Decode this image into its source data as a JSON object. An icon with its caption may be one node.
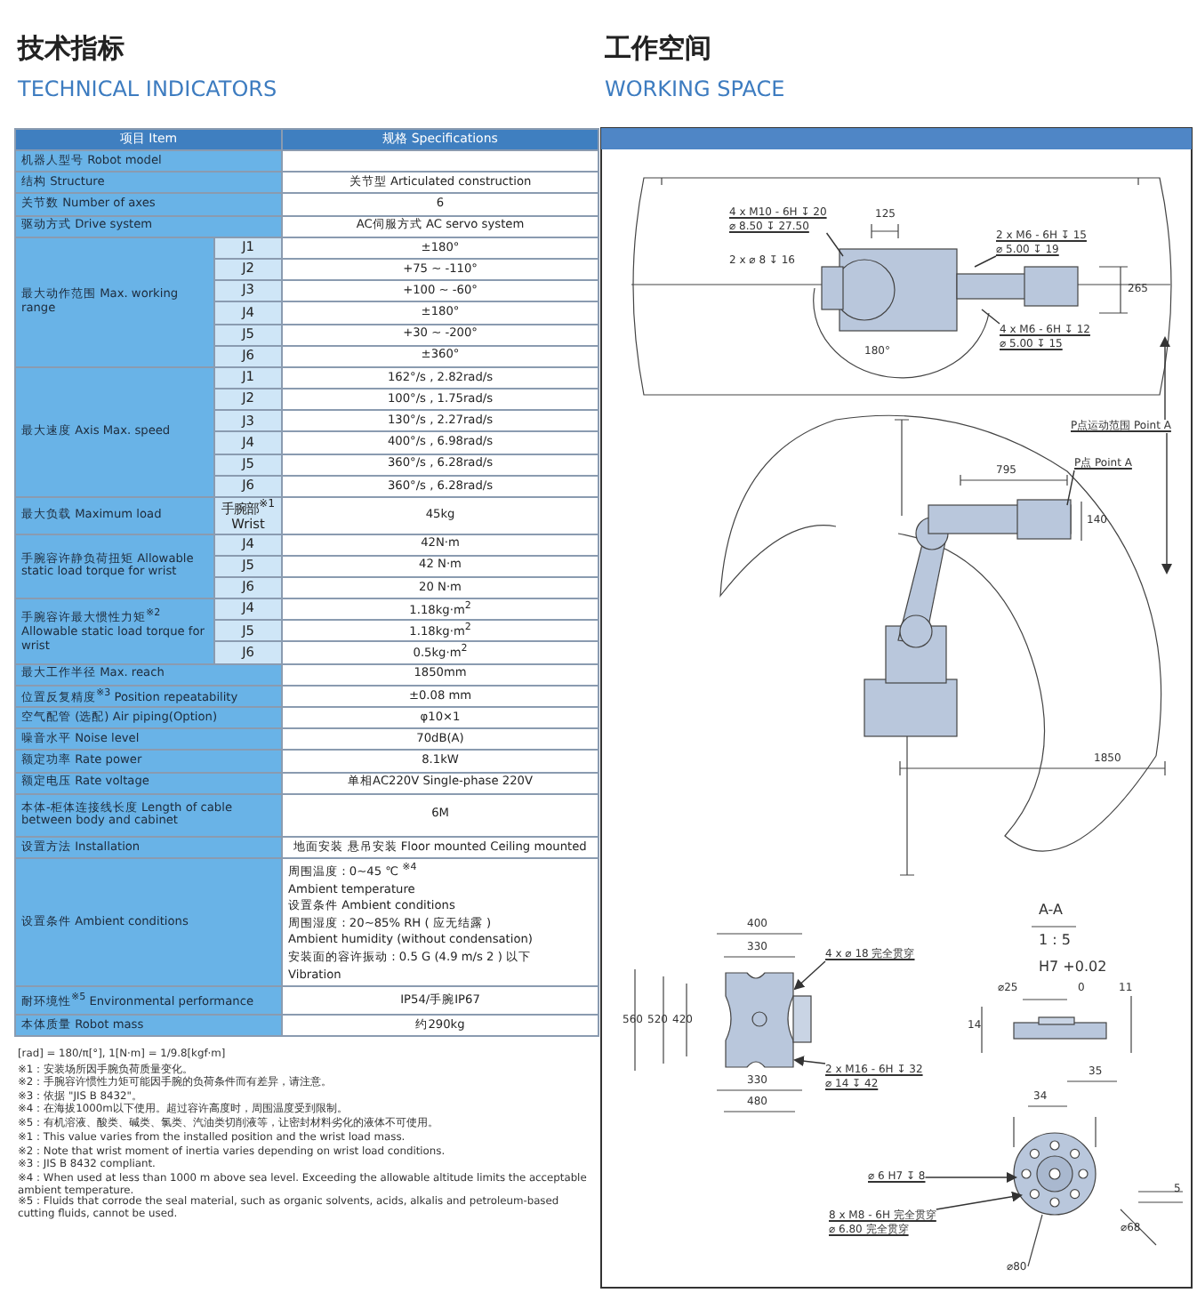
{
  "diagram": {
    "nodes": [
      {
        "text": [
          "4 x M10 - 6H ↧ 20",
          "⌀ 8.50 ↧ 27.50"
        ]
      },
      {
        "text": [
          "2 x M6 - 6H ↧ 15",
          "⌀ 5.00 ↧ 19"
        ]
      },
      {
        "text": [
          "4 x M6 - 6H ↧ 12",
          "⌀ 5.00 ↧ 15"
        ]
      },
      {
        "text": [
          "P点运动范围 Point A"
        ]
      },
      {
        "text": [
          "P点 Point A"
        ]
      },
      {
        "text": [
          "4 x ⌀ 18 完全贯穿"
        ]
      },
      {
        "text": [
          "2 x M16 - 6H ↧ 32",
          "⌀ 14 ↧ 42"
        ]
      },
      {
        "text": [
          "⌀ 6 H7 ↧ 8"
        ]
      },
      {
        "text": [
          "8 x M8 - 6H 完全贯穿",
          "⌀ 6.80 完全贯穿"
        ]
      }
    ],
    "edges": [
      {
        "from": 0,
        "to": null,
        "arrow": "none"
      },
      {
        "from": 1,
        "to": null,
        "arrow": "none"
      },
      {
        "from": 2,
        "to": null,
        "arrow": "none"
      },
      {
        "from": 3,
        "to": null,
        "arrow": "to"
      },
      {
        "from": 3,
        "to": null,
        "arrow": "to"
      },
      {
        "from": 4,
        "to": null,
        "arrow": "none"
      },
      {
        "from": 5,
        "to": null,
        "arrow": "to"
      },
      {
        "from": 6,
        "to": null,
        "arrow": "to"
      },
      {
        "from": 7,
        "to": null,
        "arrow": "to"
      },
      {
        "from": 8,
        "to": null,
        "arrow": "to"
      }
    ],
    "labels": [
      "技术指标",
      "TECHNICAL INDICATORS",
      "工作空间",
      "WORKING SPACE",
      "项目 Item",
      "规格 Specifications",
      "机器人型号 Robot model",
      "结构 Structure",
      "关节型 Articulated construction",
      "关节数 Number of axes",
      "6",
      "驱动方式 Drive system",
      "AC伺服方式 AC servo system",
      "最大动作范围 Max. working range",
      "J1",
      "±180°",
      "J2",
      "+75 ~ -110°",
      "J3",
      "+100 ~ -60°",
      "J4",
      "±180°",
      "J5",
      "+30 ~ -200°",
      "J6",
      "±360°",
      "最大速度 Axis Max. speed",
      "J1",
      "162°/s , 2.82rad/s",
      "J2",
      "100°/s , 1.75rad/s",
      "J3",
      "130°/s , 2.27rad/s",
      "J4",
      "400°/s , 6.98rad/s",
      "J5",
      "360°/s , 6.28rad/s",
      "J6",
      "360°/s , 6.28rad/s",
      "最大负载 Maximum load",
      "手腕部$^{※1}$ Wrist",
      "45kg",
      "手腕容许静负荷扭矩 Allowable static load torque for wrist",
      "J4",
      "42N·m",
      "J5",
      "42 N·m",
      "J6",
      "20 N·m",
      "手腕容许最大惯性力矩$^{※2}$ Allowable static load torque for wrist",
      "J4",
      "1.18kg·m$^{2}$",
      "J5",
      "1.18kg·m$^{2}$",
      "J6",
      "0.5kg·m$^{2}$",
      "最大工作半径 Max. reach",
      "1850mm",
      "位置反复精度$^{※3}$ Position repeatability",
      "±0.08 mm",
      "空气配管 (选配) Air piping(Option)",
      "φ10×1",
      "噪音水平 Noise level",
      "70dB(A)",
      "额定功率 Rate power",
      "8.1kW",
      "额定电压 Rate voltage",
      "单相AC220V Single-phase 220V",
      "本体-柜体连接线长度 Length of cable between body and cabinet",
      "6M",
      "设置方法 Installation",
      "地面安装 悬吊安装 Floor mounted Ceiling mounted",
      "设置条件 Ambient conditions",
      "周围温度 : 0~45 ℃ $^{※4}$",
      "Ambient temperature",
      "设置条件 Ambient conditions",
      "周围湿度 : 20~85% RH ( 应无结露 )",
      "Ambient humidity (without condensation)",
      "安装面的容许振动 : 0.5 G (4.9 m/s 2 ) 以下",
      "Vibration",
      "耐环境性$^{※5}$ Environmental performance",
      "IP54/手腕IP67",
      "本体质量 Robot mass",
      "约290kg",
      "[rad] = 180/π[°], 1[N·m] = 1/9.8[kgf·m]",
      "※1：安装场所因手腕负荷质量变化。",
      "※2：手腕容许惯性力矩可能因手腕的负荷条件而有差异，请注意。",
      "※3：依据 \"JIS B 8432\"。",
      "※4：在海拔1000m以下使用。超过容许高度时，周围温度受到限制。",
      "※5：有机溶液、酸类、碱类、氯类、汽油类切削液等，让密封材料劣化的液体不可使用。",
      "※1 : This value varies from the installed position and the wrist load mass.",
      "※2 : Note that wrist moment of inertia varies depending on wrist load conditions.",
      "※3 : JIS B 8432 compliant.",
      "※4 : When used at less than 1000 m above sea level. Exceeding the allowable altitude limits the acceptable ambient temperature.",
      "※5 : Fluids that corrode the seal material, such as organic solvents, acids, alkalis and petroleum-based cutting fluids, cannot be used.",
      "2 x ⌀ 8 ↧ 16",
      "125",
      "265",
      "180°",
      "795",
      "140",
      "1850",
      "400",
      "330",
      "560",
      "520",
      "420",
      "330",
      "480",
      "A-A",
      "1 : 5",
      "H7 +0.02",
      "⌀25",
      "0",
      "11",
      "14",
      "35",
      "34",
      "5",
      "⌀80",
      "⌀68"
    ]
  }
}
